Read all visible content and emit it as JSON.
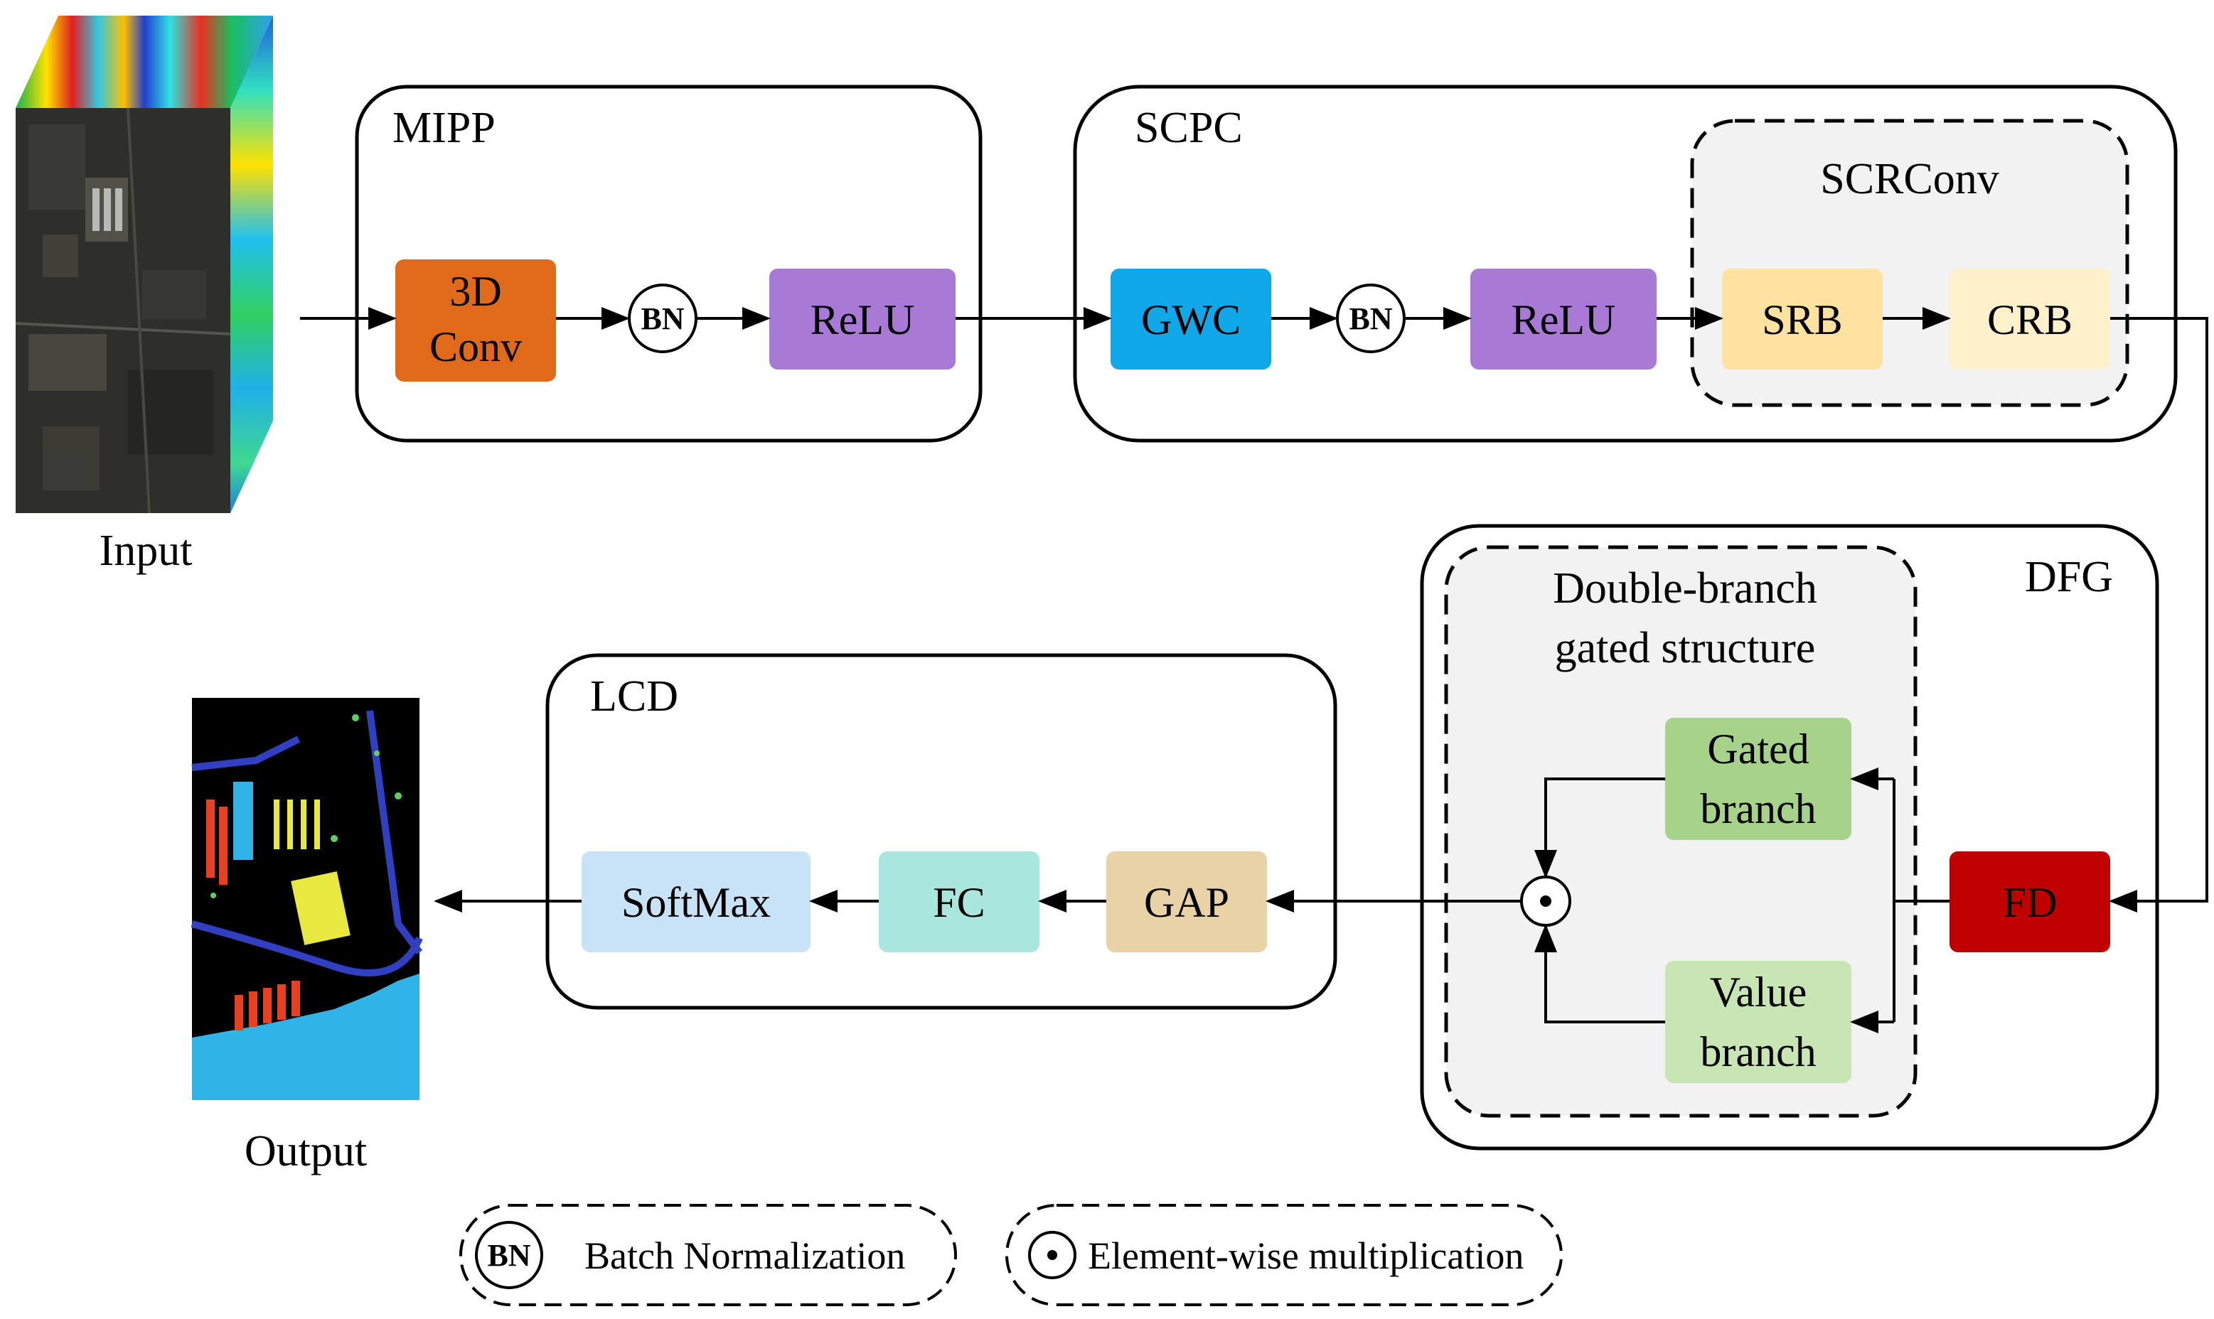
{
  "colors": {
    "conv3d": "#E06A1A",
    "relu": "#A87AD6",
    "gwc": "#10A8E8",
    "srb": "#FFE2A0",
    "crb": "#FFF0CC",
    "fd": "#C00000",
    "gated": "#A6D28A",
    "value": "#C8E6B4",
    "gap": "#E8D2A6",
    "fc": "#A8E6DE",
    "softmax": "#C8E2F8",
    "inner_panel": "#F2F2F2"
  },
  "input": {
    "label": "Input"
  },
  "output": {
    "label": "Output"
  },
  "mipp": {
    "title": "MIPP",
    "conv_line1": "3D",
    "conv_line2": "Conv",
    "bn": "BN",
    "relu": "ReLU"
  },
  "scpc": {
    "title": "SCPC",
    "gwc": "GWC",
    "bn": "BN",
    "relu": "ReLU",
    "scrconv": {
      "title": "SCRConv",
      "srb": "SRB",
      "crb": "CRB"
    }
  },
  "dfg": {
    "title": "DFG",
    "inner_title_line1": "Double-branch",
    "inner_title_line2": "gated structure",
    "gated_line1": "Gated",
    "gated_line2": "branch",
    "value_line1": "Value",
    "value_line2": "branch",
    "fd": "FD"
  },
  "lcd": {
    "title": "LCD",
    "gap": "GAP",
    "fc": "FC",
    "softmax": "SoftMax"
  },
  "legend": {
    "bn_symbol": "BN",
    "bn_text": "Batch Normalization",
    "mult_text": "Element-wise multiplication"
  }
}
